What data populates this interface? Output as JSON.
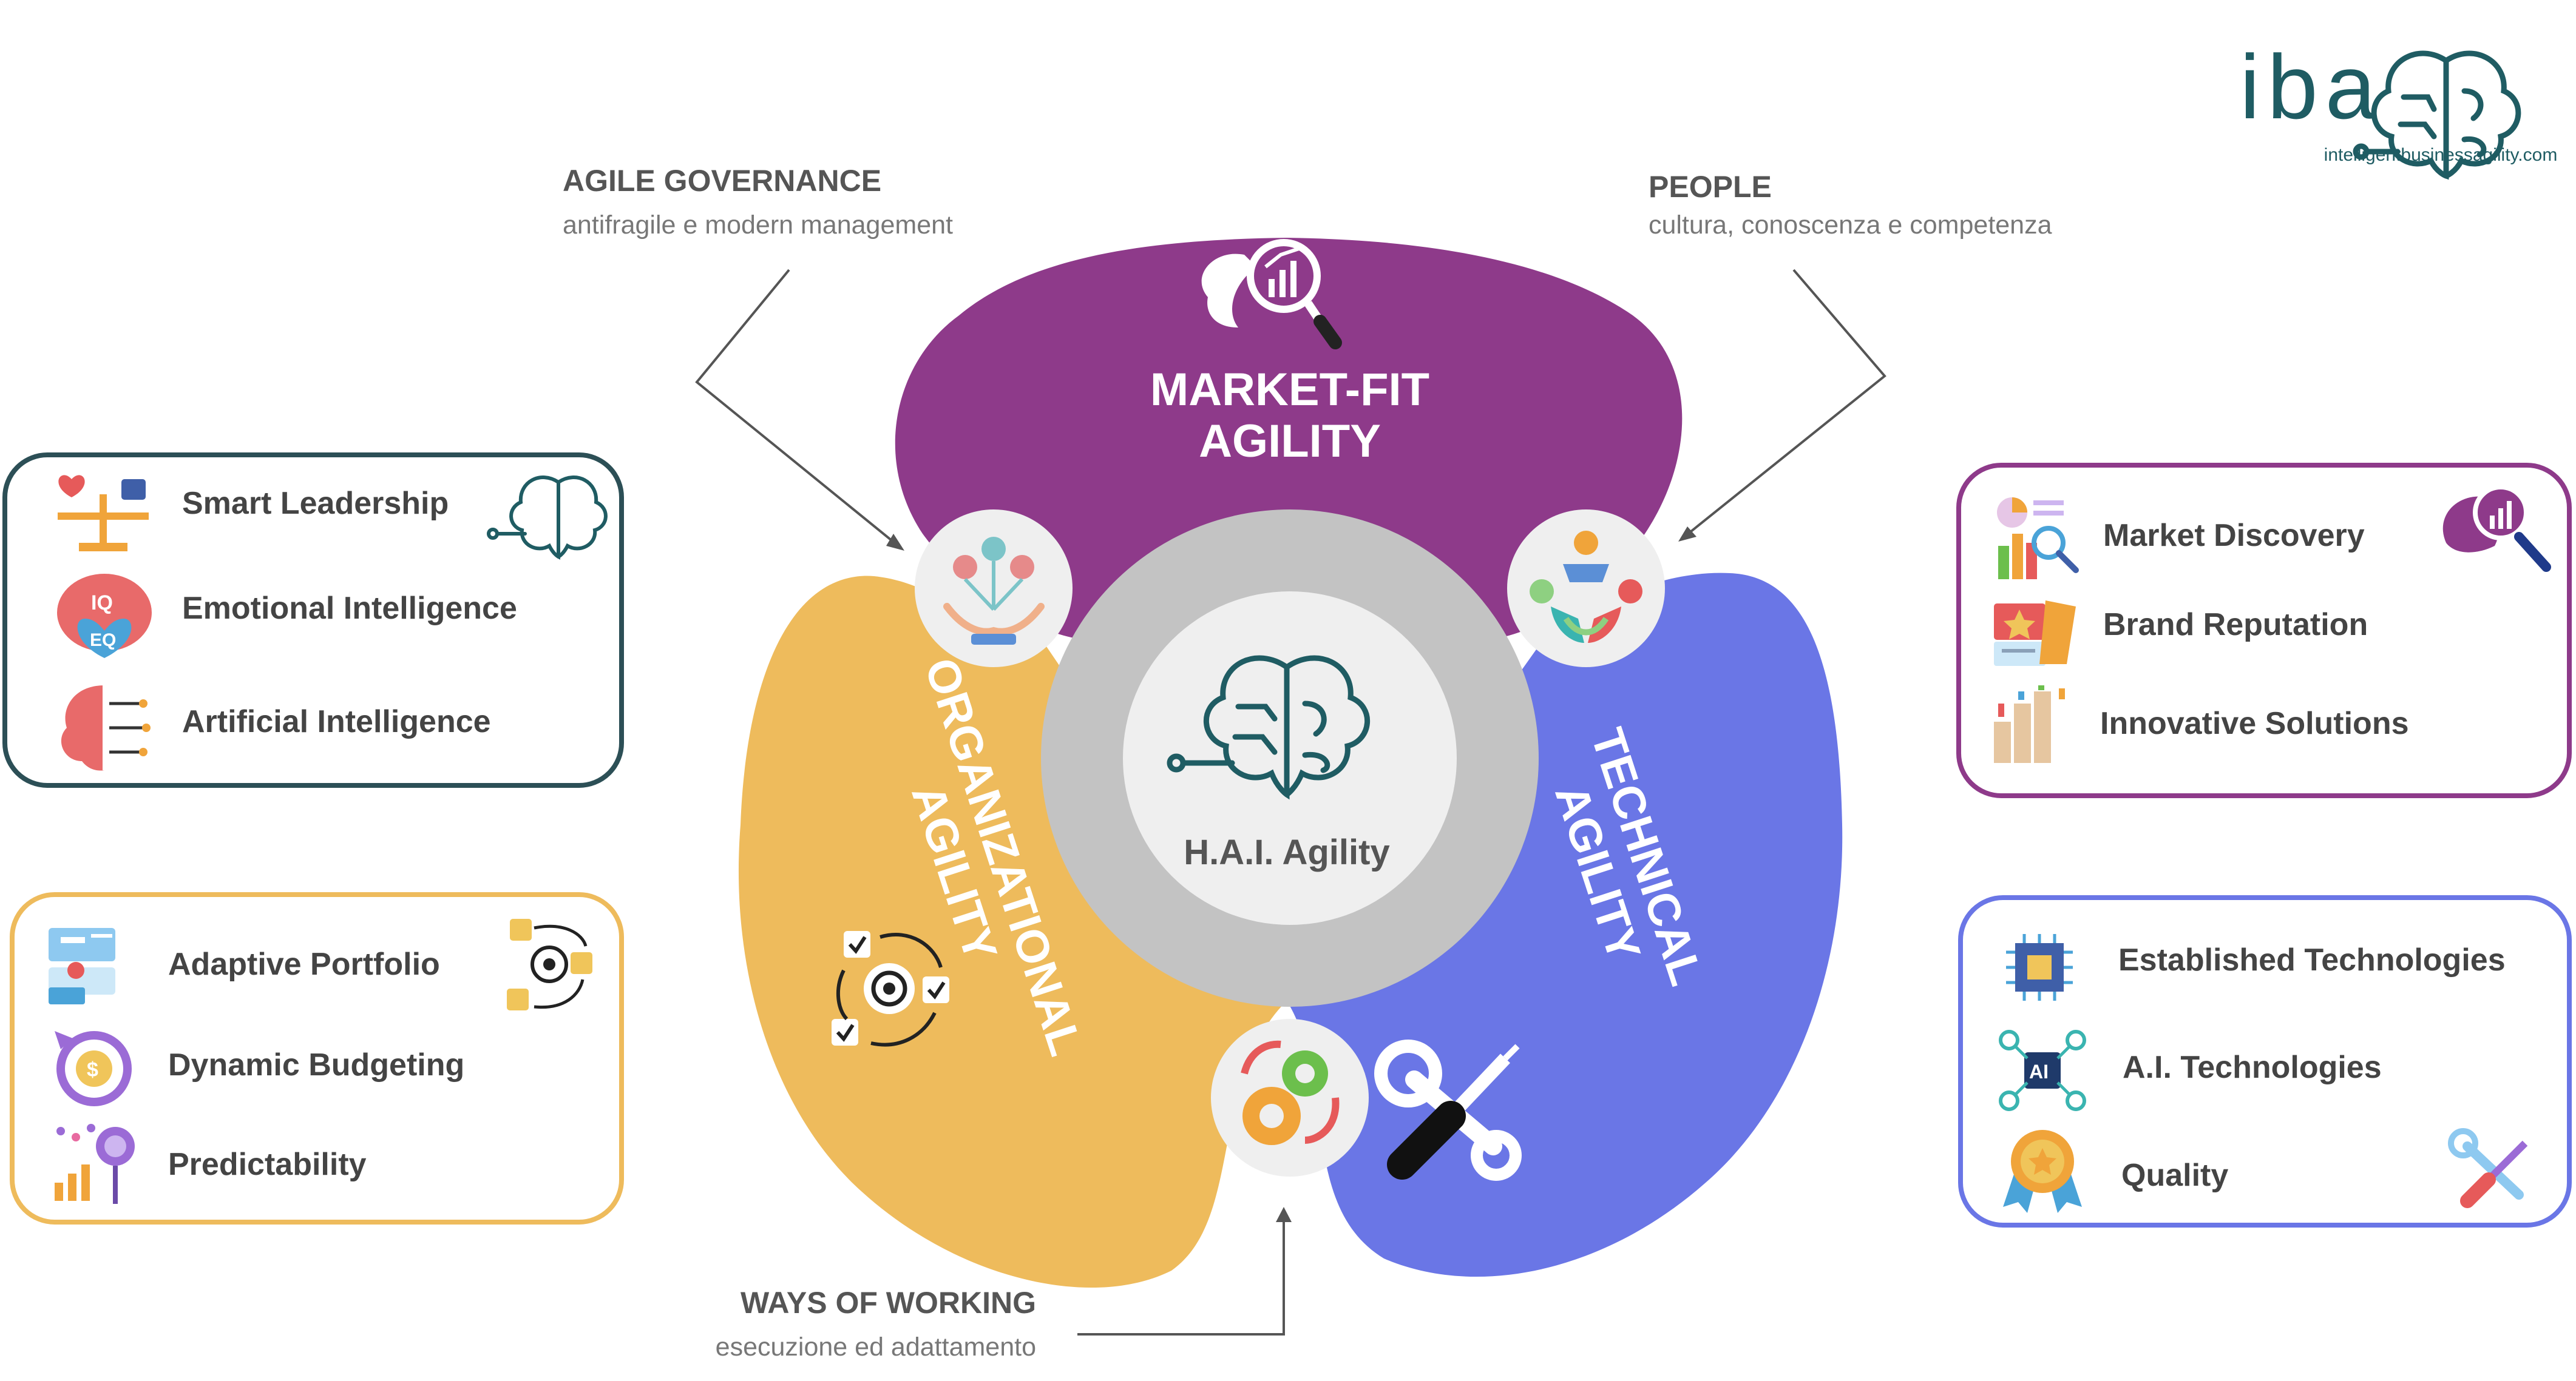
{
  "logo": {
    "text": "iba",
    "url": "intelligentbusinessagility.com"
  },
  "center": {
    "label": "H.A.I. Agility",
    "icon": "brain-circuit-icon"
  },
  "petals": {
    "market_fit": {
      "line1": "MARKET-FIT",
      "line2": "AGILITY",
      "color": "#8e3a8a",
      "icon": "market-analysis-icon"
    },
    "organizational": {
      "line1": "ORGANIZATIONAL",
      "line2": "AGILITY",
      "color": "#eebb5c",
      "icon": "workflow-cycle-icon"
    },
    "technical": {
      "line1": "TECHNICAL",
      "line2": "AGILITY",
      "color": "#6a76e6",
      "icon": "wrench-screwdriver-icon"
    }
  },
  "connectors": {
    "agile_governance": {
      "title": "AGILE GOVERNANCE",
      "subtitle": "antifragile e modern management",
      "icon": "governance-hands-icon"
    },
    "people": {
      "title": "PEOPLE",
      "subtitle": "cultura, conoscenza e competenza",
      "icon": "team-circle-icon"
    },
    "ways_of_working": {
      "title": "WAYS OF WORKING",
      "subtitle": "esecuzione ed adattamento",
      "icon": "gears-cycle-icon"
    }
  },
  "boxes": {
    "leadership": {
      "color": "#2c4f56",
      "items": [
        {
          "label": "Smart Leadership",
          "icon": "balance-scale-icon"
        },
        {
          "label": "Emotional Intelligence",
          "icon": "iq-eq-brain-icon"
        },
        {
          "label": "Artificial Intelligence",
          "icon": "ai-brain-icon"
        }
      ]
    },
    "portfolio": {
      "color": "#eebb5c",
      "items": [
        {
          "label": "Adaptive Portfolio",
          "icon": "portfolio-board-icon"
        },
        {
          "label": "Dynamic Budgeting",
          "icon": "budget-cycle-icon"
        },
        {
          "label": "Predictability",
          "icon": "forecast-chart-icon"
        }
      ]
    },
    "market": {
      "color": "#8e3a8a",
      "items": [
        {
          "label": "Market Discovery",
          "icon": "market-chart-icon"
        },
        {
          "label": "Brand Reputation",
          "icon": "brand-star-icon"
        },
        {
          "label": "Innovative Solutions",
          "icon": "innovation-chart-icon"
        }
      ]
    },
    "technology": {
      "color": "#6a76e6",
      "items": [
        {
          "label": "Established Technologies",
          "icon": "chip-icon"
        },
        {
          "label": "A.I. Technologies",
          "icon": "ai-chip-icon"
        },
        {
          "label": "Quality",
          "icon": "quality-badge-icon"
        }
      ]
    }
  }
}
